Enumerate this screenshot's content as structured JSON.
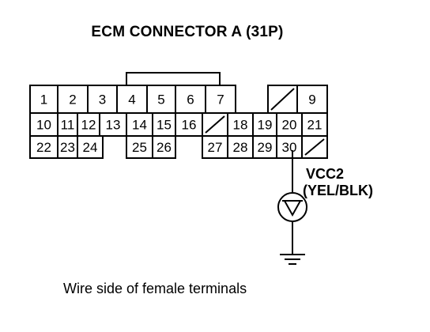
{
  "title": "ECM CONNECTOR A (31P)",
  "caption": "Wire side of female terminals",
  "signal": {
    "name": "VCC2",
    "wire_color": "(YEL/BLK)",
    "terminal": "30"
  },
  "connector": {
    "rows": [
      [
        "1",
        "2",
        "3",
        "4",
        "5",
        "6",
        "7",
        "",
        "9"
      ],
      [
        "10",
        "11",
        "12",
        "13",
        "14",
        "15",
        "16",
        "",
        "18",
        "19",
        "20",
        "21"
      ],
      [
        "22",
        "23",
        "24",
        "",
        "25",
        "26",
        "",
        "27",
        "28",
        "29",
        "30",
        ""
      ]
    ]
  }
}
